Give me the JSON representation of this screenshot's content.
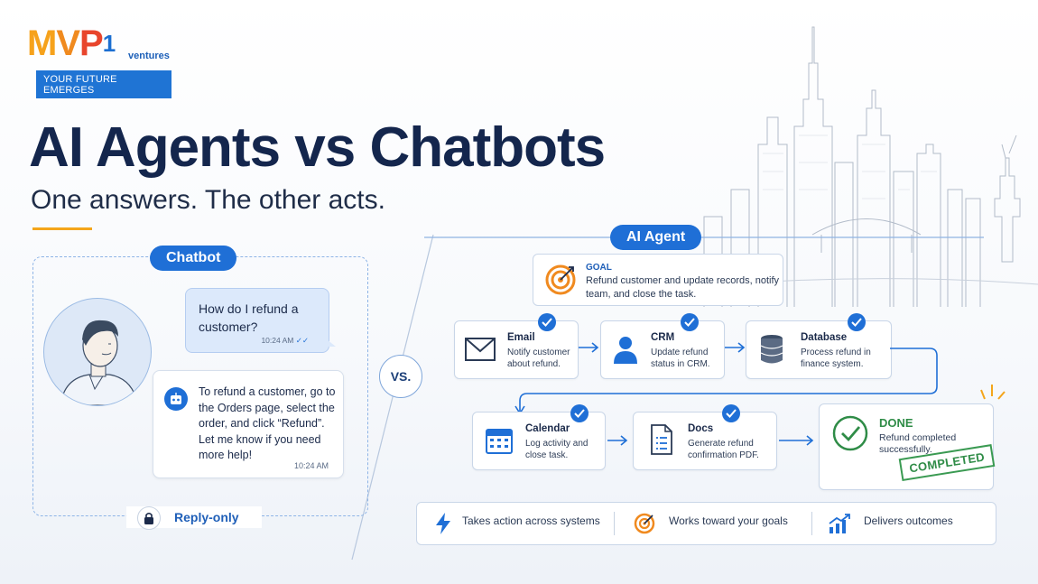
{
  "logo": {
    "brand_letters": [
      "M",
      "V",
      "P",
      "1"
    ],
    "ventures": "ventures",
    "tagline": "YOUR FUTURE EMERGES"
  },
  "title": "AI Agents vs Chatbots",
  "subtitle": "One answers. The other acts.",
  "colors": {
    "navy": "#14264d",
    "accent_blue": "#1f6fd6",
    "accent_orange": "#f4a51b",
    "done_green": "#2f8c47"
  },
  "chatbot": {
    "label": "Chatbot",
    "user_message": "How do I refund a customer?",
    "user_time": "10:24 AM",
    "bot_message": "To refund a customer, go to the Orders page, select the order, and click “Refund”. Let me know if you need more help!",
    "bot_time": "10:24 AM",
    "footer": "Reply-only",
    "footer_icon": "lock-icon"
  },
  "vs_label": "VS.",
  "agent": {
    "label": "AI Agent",
    "goal": {
      "label": "GOAL",
      "text": "Refund customer and update records, notify team, and close the task.",
      "icon": "target-icon"
    },
    "steps": [
      {
        "title": "Email",
        "desc": "Notify customer about refund.",
        "icon": "envelope-icon"
      },
      {
        "title": "CRM",
        "desc": "Update refund status in CRM.",
        "icon": "person-icon"
      },
      {
        "title": "Database",
        "desc": "Process refund in finance system.",
        "icon": "database-icon"
      },
      {
        "title": "Calendar",
        "desc": "Log activity and close task.",
        "icon": "calendar-icon"
      },
      {
        "title": "Docs",
        "desc": "Generate refund confirmation PDF.",
        "icon": "document-icon"
      }
    ],
    "done": {
      "title": "DONE",
      "desc": "Refund completed successfully.",
      "stamp": "COMPLETED"
    }
  },
  "summary": [
    {
      "text": "Takes action across systems",
      "icon": "lightning-icon"
    },
    {
      "text": "Works toward your goals",
      "icon": "target-icon"
    },
    {
      "text": "Delivers outcomes",
      "icon": "growth-chart-icon"
    }
  ]
}
